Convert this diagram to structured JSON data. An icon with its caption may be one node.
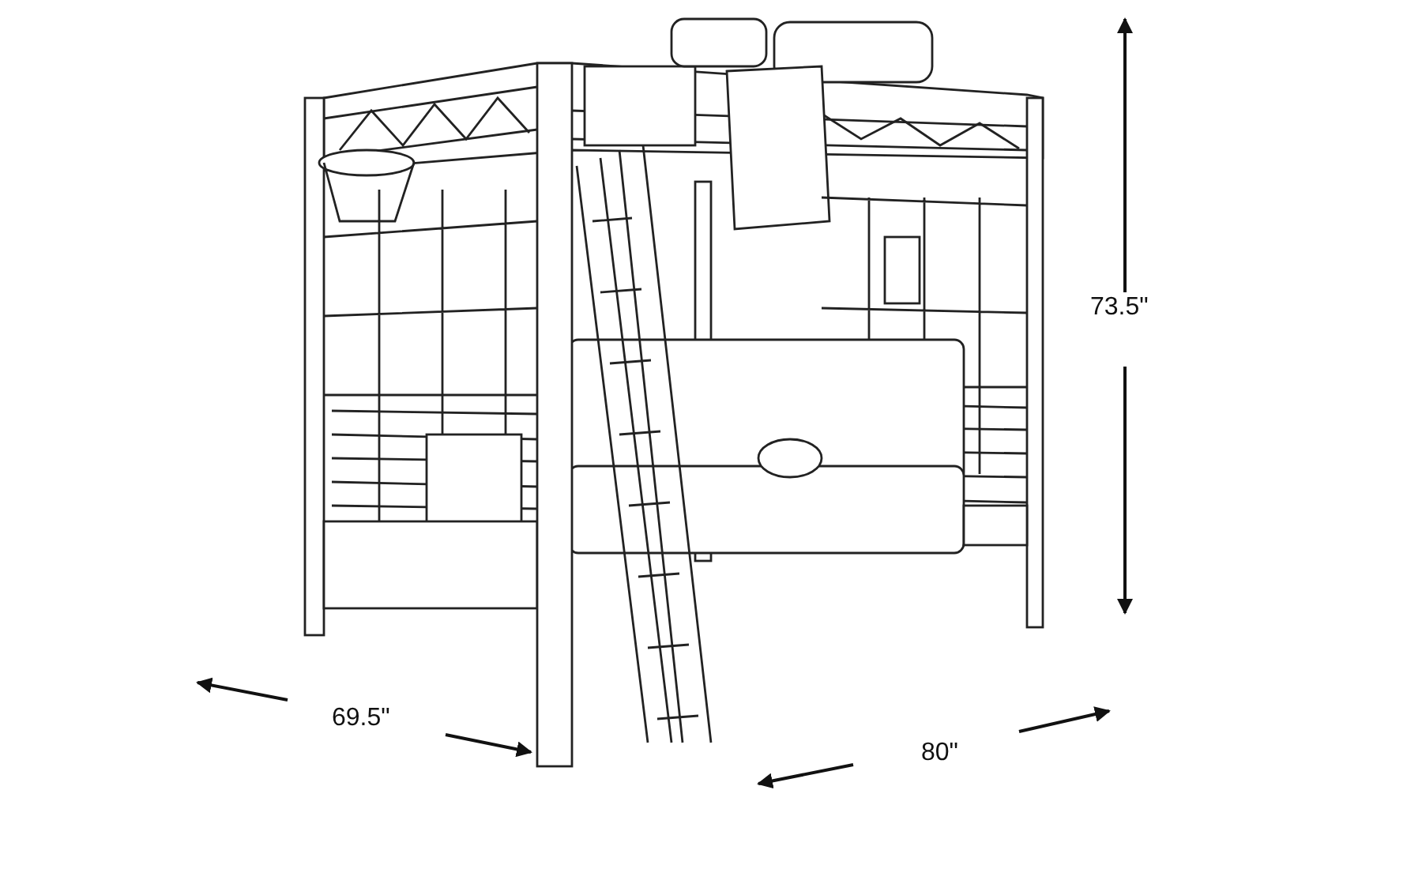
{
  "diagram": {
    "labels": [
      "73.5\"",
      "69.5\"",
      "80\""
    ]
  }
}
